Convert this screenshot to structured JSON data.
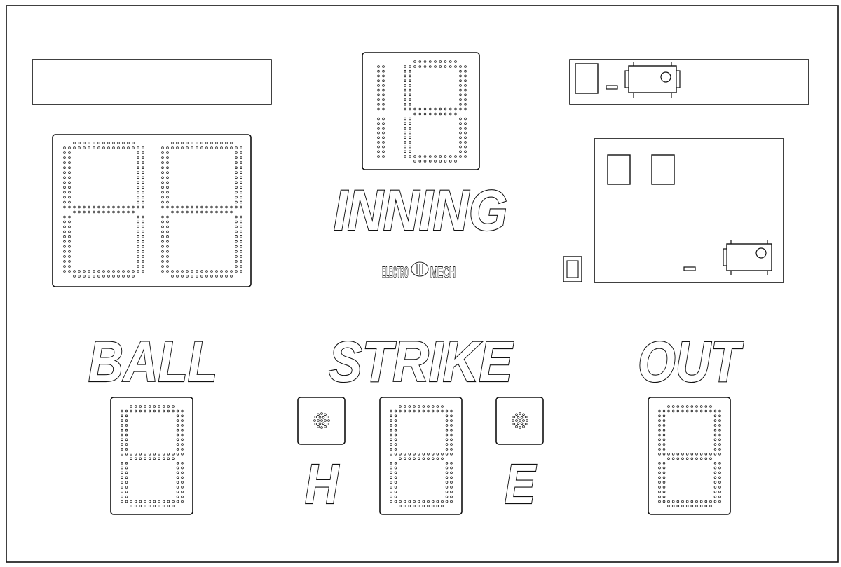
{
  "scoreboard": {
    "labels": {
      "inning": "INNING",
      "ball": "BALL",
      "strike": "STRIKE",
      "out": "OUT",
      "hit": "H",
      "error": "E"
    },
    "logo": {
      "left": "ELECTRO",
      "right": "MECH"
    },
    "colors": {
      "line": "#111111",
      "dot": "#222222",
      "background": "#ffffff"
    }
  }
}
